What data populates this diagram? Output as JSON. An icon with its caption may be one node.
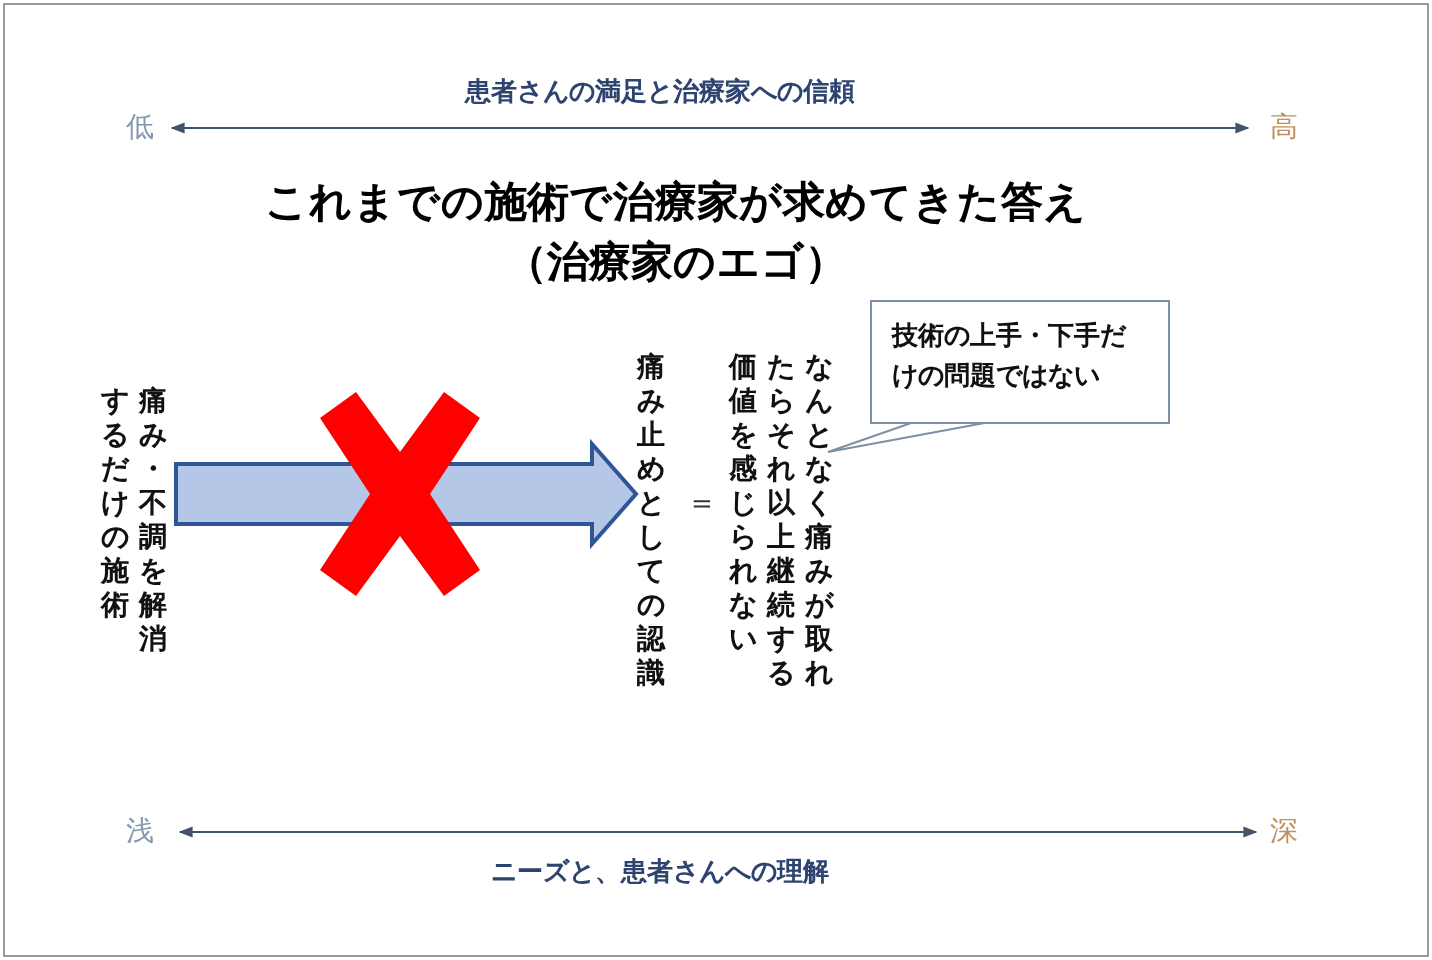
{
  "diagram": {
    "title": "これまでの施術で治療家が求めてきた答え（治療家のエゴ）",
    "nodes": [
      {
        "text": [
          "痛み・不調を解消するだけの施術"
        ]
      },
      {
        "text": [
          "痛み止めとしての認識"
        ]
      },
      {
        "text": [
          "なんとなく痛みが取れたらそれ以上継続する価値を感じられない"
        ]
      },
      {
        "text": [
          "技術の上手・下手だけの問題ではない"
        ]
      }
    ],
    "edges": [
      {
        "from": 0,
        "to": 1,
        "arrow": "to"
      },
      {
        "from": 3,
        "to": 2,
        "arrow": "none"
      }
    ],
    "labels": [
      "患者さんの満足と治療家への信頼",
      "低",
      "高",
      "=",
      "浅",
      "深",
      "ニーズと、患者さんへの理解"
    ]
  }
}
